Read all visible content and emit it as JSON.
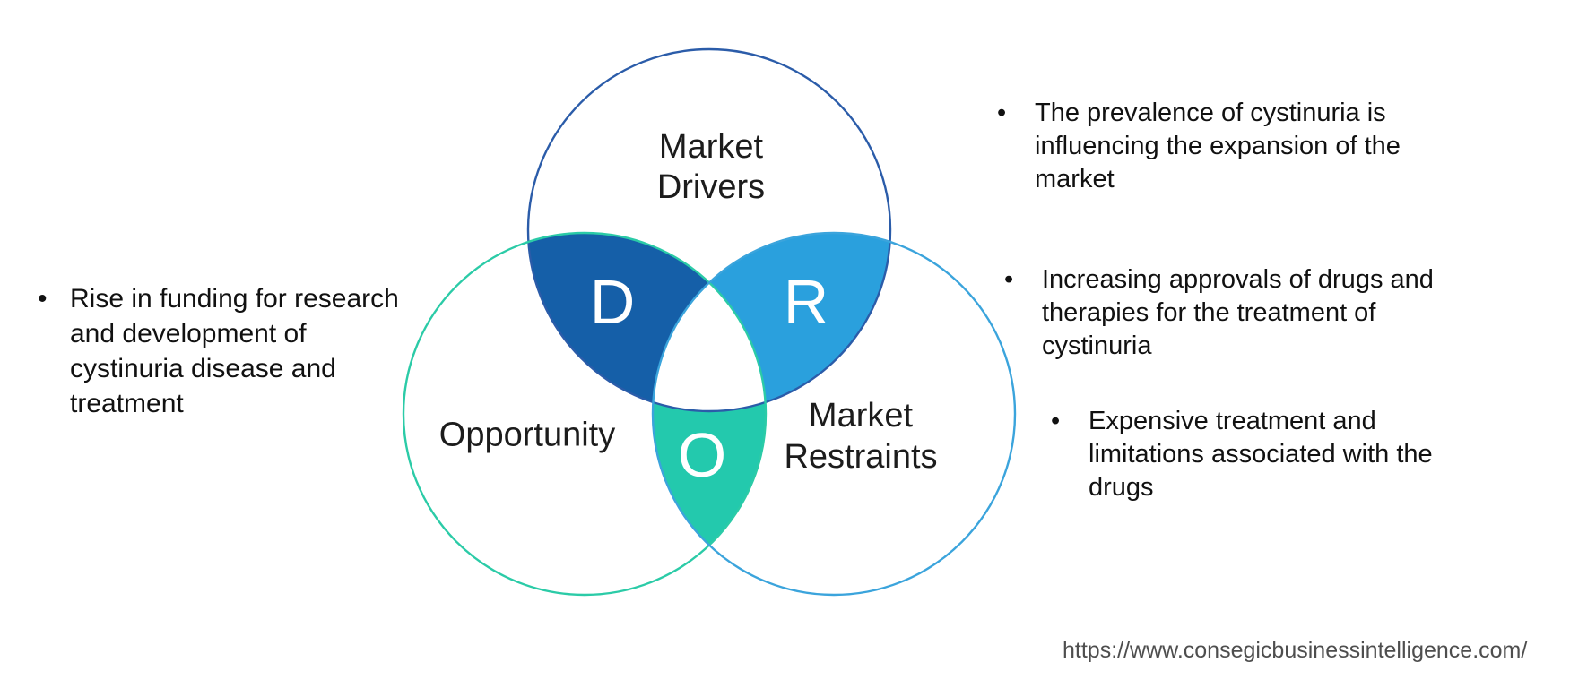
{
  "bullet_char": "•",
  "venn": {
    "drivers": {
      "label_lines": [
        "Market",
        "Drivers"
      ],
      "letter": "D",
      "lens_fill": "#155fa8",
      "stroke": "#2b5ca9"
    },
    "opportunity": {
      "label_lines": [
        "Opportunity"
      ],
      "letter": "O",
      "lens_fill": "#23c9ad",
      "stroke": "#2bcba7"
    },
    "restraints": {
      "label_lines": [
        "Market",
        "Restraints"
      ],
      "letter": "R",
      "lens_fill": "#2aa0dd",
      "stroke": "#3ba4dc"
    }
  },
  "left_bullets": [
    {
      "lines": [
        "Rise in funding for research",
        "and development of",
        "cystinuria disease and",
        "treatment"
      ]
    }
  ],
  "right_bullets": [
    {
      "lines": [
        "The prevalence of cystinuria is",
        "influencing the expansion of the",
        "market"
      ]
    },
    {
      "lines": [
        "Increasing approvals of drugs and",
        "therapies for the treatment of",
        "cystinuria"
      ]
    },
    {
      "lines": [
        "Expensive treatment and",
        "limitations associated with the",
        "drugs"
      ]
    }
  ],
  "footer": {
    "url": "https://www.consegicbusinessintelligence.com/"
  }
}
